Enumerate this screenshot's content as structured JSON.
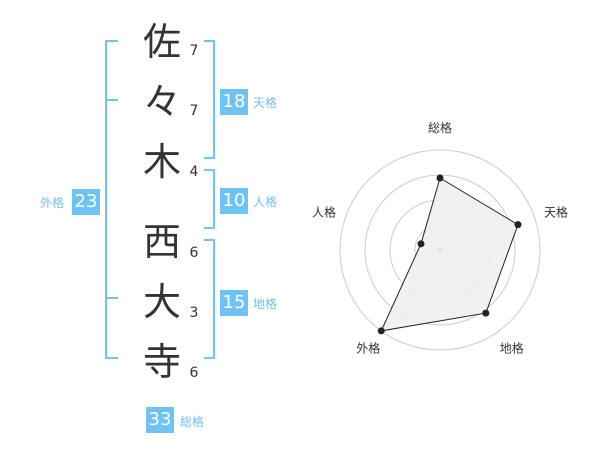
{
  "name_chars": [
    {
      "char": "佐",
      "strokes": "7"
    },
    {
      "char": "々",
      "strokes": "7"
    },
    {
      "char": "木",
      "strokes": "4"
    },
    {
      "char": "西",
      "strokes": "6"
    },
    {
      "char": "大",
      "strokes": "3"
    },
    {
      "char": "寺",
      "strokes": "6"
    }
  ],
  "kaku": {
    "tenkaku": {
      "value": "18",
      "label": "天格"
    },
    "jinkaku": {
      "value": "10",
      "label": "人格"
    },
    "chikaku": {
      "value": "15",
      "label": "地格"
    },
    "gaikaku": {
      "value": "23",
      "label": "外格"
    },
    "soukaku": {
      "value": "33",
      "label": "総格"
    }
  },
  "colors": {
    "accent": "#6ec3f4",
    "text": "#333333",
    "grid": "#cccccc",
    "fill": "#eeeeee"
  },
  "chart_data": {
    "type": "radar",
    "axes": [
      "総格",
      "天格",
      "地格",
      "外格",
      "人格"
    ],
    "values": [
      0.72,
      0.82,
      0.78,
      1.0,
      0.2
    ],
    "max": 1.0,
    "rings": 4
  }
}
